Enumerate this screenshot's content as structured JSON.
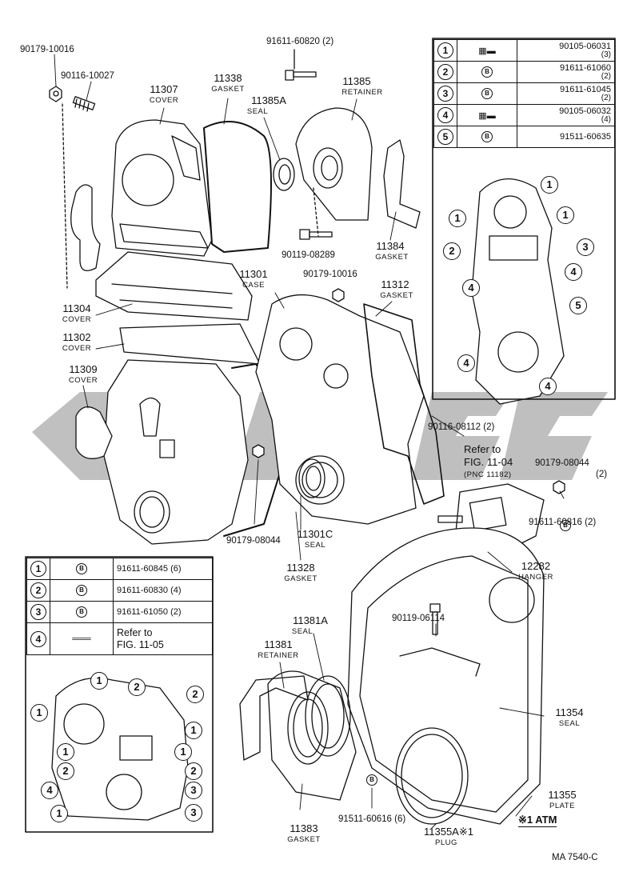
{
  "parts": {
    "p1": {
      "number": "90179-10016"
    },
    "p2": {
      "number": "90116-10027"
    },
    "p3": {
      "number": "11307",
      "name": "COVER"
    },
    "p4": {
      "number": "11338",
      "name": "GASKET"
    },
    "p5": {
      "number": "91611-60820 (2)"
    },
    "p6": {
      "number": "11385A",
      "name": "SEAL"
    },
    "p7": {
      "number": "11385",
      "name": "RETAINER"
    },
    "p8": {
      "number": "90119-08289"
    },
    "p9": {
      "number": "11384",
      "name": "GASKET"
    },
    "p10": {
      "number": "11301",
      "name": "CASE"
    },
    "p11": {
      "number": "90179-10016"
    },
    "p12": {
      "number": "11312",
      "name": "GASKET"
    },
    "p13": {
      "number": "11304",
      "name": "COVER"
    },
    "p14": {
      "number": "11302",
      "name": "COVER"
    },
    "p15": {
      "number": "11309",
      "name": "COVER"
    },
    "p16": {
      "number": "90116-08112 (2)"
    },
    "p17": {
      "refer": "Refer to",
      "fig": "FIG. 11-04",
      "pnc": "(PNC 11182)"
    },
    "p18": {
      "number": "90179-08044",
      "qty": "(2)"
    },
    "p19": {
      "number": "91611-60816 (2)"
    },
    "p20": {
      "number": "12282",
      "name": "HANGER"
    },
    "p21": {
      "number": "90179-08044"
    },
    "p22": {
      "number": "11301C",
      "name": "SEAL"
    },
    "p23": {
      "number": "11328",
      "name": "GASKET"
    },
    "p24": {
      "number": "11381A",
      "name": "SEAL"
    },
    "p25": {
      "number": "11381",
      "name": "RETAINER"
    },
    "p26": {
      "number": "90119-06114"
    },
    "p27": {
      "number": "11354",
      "name": "SEAL"
    },
    "p28": {
      "number": "11355",
      "name": "PLATE"
    },
    "p29": {
      "number": "91511-60616 (6)"
    },
    "p30": {
      "number": "11383",
      "name": "GASKET"
    },
    "p31": {
      "number": "11355A",
      "mark": "※1",
      "name": "PLUG"
    },
    "atm": "※1 ATM",
    "code": "MA  7540-C"
  },
  "legend_top": [
    {
      "idx": "1",
      "part": "90105-06031",
      "qty": "(3)",
      "icon": "bolt-icon"
    },
    {
      "idx": "2",
      "part": "91611-61060",
      "qty": "(2)",
      "icon": "b-mark-icon"
    },
    {
      "idx": "3",
      "part": "91611-61045",
      "qty": "(2)",
      "icon": "b-mark-icon"
    },
    {
      "idx": "4",
      "part": "90105-06032",
      "qty": "(4)",
      "icon": "bolt-icon"
    },
    {
      "idx": "5",
      "part": "91511-60635",
      "qty": "",
      "icon": "b-mark-icon"
    }
  ],
  "legend_bottom": [
    {
      "idx": "1",
      "part": "91611-60845 (6)",
      "icon": "b-mark-icon"
    },
    {
      "idx": "2",
      "part": "91611-60830 (4)",
      "icon": "b-mark-icon"
    },
    {
      "idx": "3",
      "part": "91611-61050 (2)",
      "icon": "b-mark-icon"
    },
    {
      "idx": "4",
      "part": "Refer to",
      "part2": "FIG. 11-05",
      "icon": "stud-icon"
    }
  ],
  "b_mark": "B",
  "watermark_color": "#8c8c8c"
}
